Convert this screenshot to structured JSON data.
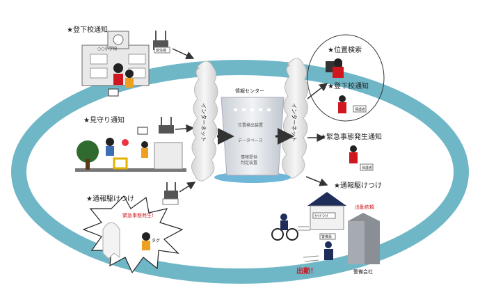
{
  "labels": {
    "school_notice": "★登下校通知",
    "watch_notice": "★見守り通知",
    "report_rush": "★通報駆けつけ",
    "location_search": "★位置検索",
    "school_notice_right": "★登下校通知",
    "emergency_notice": "★緊急事態発生通知",
    "report_rush_right": "★通報駆けつけ"
  },
  "school": {
    "sign": "○○小学校"
  },
  "center": {
    "title": "情報センター",
    "rows": [
      "位置検出装置",
      "データベース",
      "情報提供",
      "判定装置"
    ]
  },
  "internet": {
    "left": "インターネット",
    "right": "インターネット"
  },
  "small_tags": {
    "receiver": "受信機",
    "guardian_phone": "保護者",
    "emergency_burst": "緊急事態発生!",
    "child_tag": "タグ",
    "house_sign": "かけつけ",
    "dispatch_request": "出動依頼",
    "guard_label": "警備員",
    "dispatch": "出動！",
    "security_company": "警備会社"
  },
  "colors": {
    "ellipse": "#6fb7c7",
    "arrow": "#333333",
    "cloud": "#e8e8e8",
    "red": "#d0161f",
    "navy": "#1f2d5a"
  }
}
